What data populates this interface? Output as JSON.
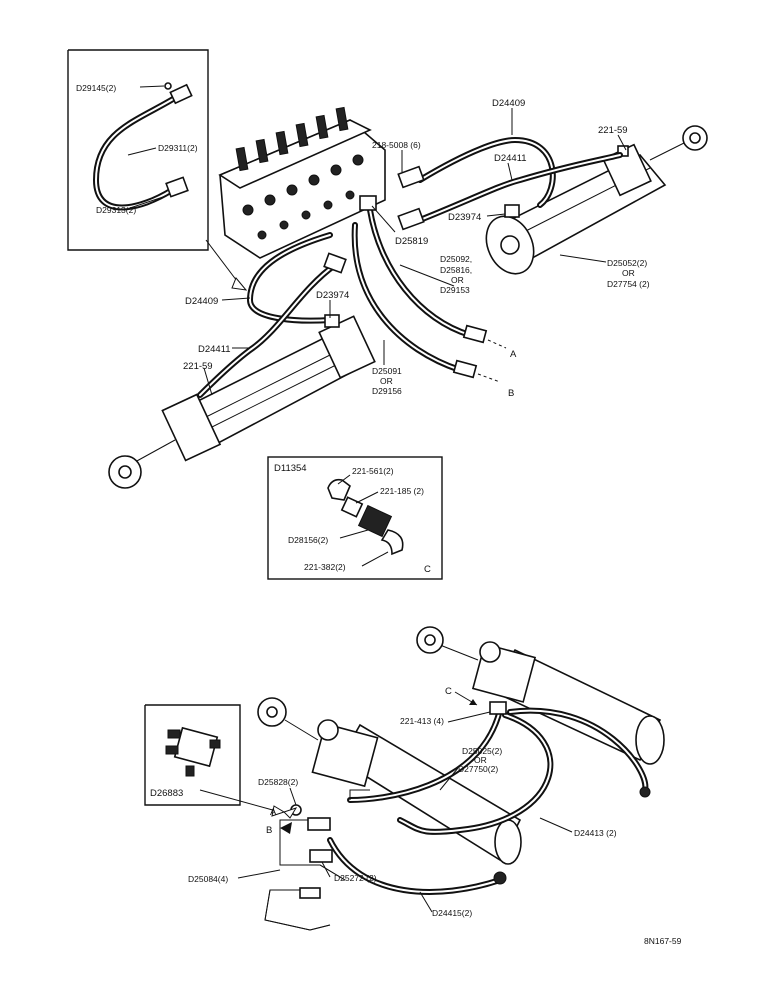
{
  "labels": {
    "d29145": "D29145(2)",
    "d29311": "D29311(2)",
    "d29313": "D29313(2)",
    "d24409_top": "D24409",
    "r218_5008": "218-5008 (6)",
    "d24411_top": "D24411",
    "r221_59_top": "221-59",
    "d23974_top": "D23974",
    "d25819": "D25819",
    "d25092_a": "D25092,",
    "d25092_b": "D25816,",
    "d25092_c": "OR",
    "d25092_d": "D29153",
    "d25052_a": "D25052(2)",
    "d25052_b": "OR",
    "d25052_c": "D27754 (2)",
    "d24409_left": "D24409",
    "d23974_mid": "D23974",
    "d24411_left": "D24411",
    "r221_59_left": "221-59",
    "d25091_a": "D25091",
    "d25091_b": "OR",
    "d25091_c": "D29156",
    "arrow_a": "A",
    "arrow_b": "B",
    "d11354": "D11354",
    "r221_561": "221-561(2)",
    "r221_185": "221-185 (2)",
    "d28156": "D28156(2)",
    "r221_382": "221-382(2)",
    "inset_c": "C",
    "c_label": "C",
    "r221_413": "221-413 (4)",
    "d25025_a": "D25025(2)",
    "d25025_b": "OR",
    "d25025_c": "D27750(2)",
    "d25828": "D25828(2)",
    "d26883": "D26883",
    "bot_a": "A",
    "bot_b": "B",
    "d24413": "D24413 (2)",
    "d25084": "D25084(4)",
    "d25272": "D25272 (2)",
    "d24415": "D24415(2)",
    "figure_code": "8N167-59"
  }
}
